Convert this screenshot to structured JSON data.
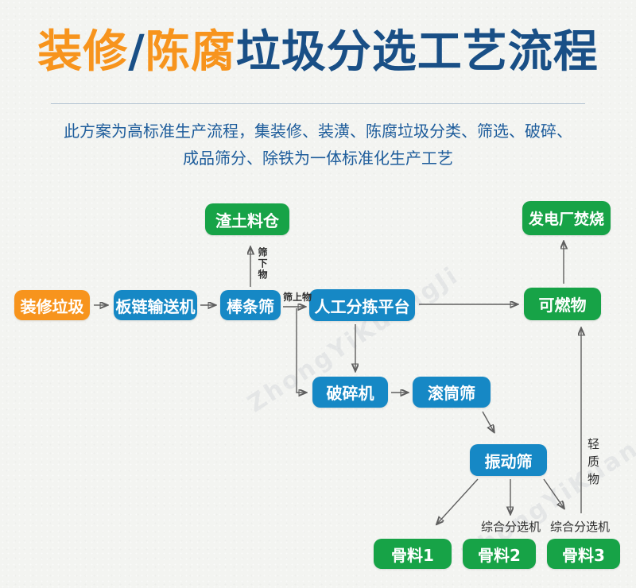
{
  "header": {
    "title_part1": "装修",
    "title_slash": "/",
    "title_part2": "陈腐",
    "title_part3": "垃圾分选工艺流程",
    "subtitle_line1": "此方案为高标准生产流程，集装修、装潢、陈腐垃圾分类、筛选、破碎、",
    "subtitle_line2": "成品筛分、除铁为一体标准化生产工艺"
  },
  "colors": {
    "orange": "#f7941d",
    "node_blue": "#1688c5",
    "node_green": "#17a347",
    "title_blue": "#194f86",
    "subtitle_blue": "#1d5c9b",
    "arrow_gray": "#5f5f5f"
  },
  "flowchart": {
    "nodes": [
      {
        "id": "zhuangxiu-laji",
        "label": "装修垃圾",
        "color": "orange"
      },
      {
        "id": "banlian-shusongji",
        "label": "板链输送机",
        "color": "blue"
      },
      {
        "id": "bangtiaoshai",
        "label": "棒条筛",
        "color": "blue"
      },
      {
        "id": "rengong-fenjian-pingtai",
        "label": "人工分拣平台",
        "color": "blue"
      },
      {
        "id": "keranwu",
        "label": "可燃物",
        "color": "green"
      },
      {
        "id": "zhatu-liaocang",
        "label": "渣土料仓",
        "color": "green"
      },
      {
        "id": "fadianchang-fenshao",
        "label": "发电厂焚烧",
        "color": "green"
      },
      {
        "id": "posuiji",
        "label": "破碎机",
        "color": "blue"
      },
      {
        "id": "guntongshai",
        "label": "滚筒筛",
        "color": "blue"
      },
      {
        "id": "zhendongshai",
        "label": "振动筛",
        "color": "blue"
      },
      {
        "id": "guliao-1",
        "label": "骨料1",
        "color": "green"
      },
      {
        "id": "guliao-2",
        "label": "骨料2",
        "color": "green"
      },
      {
        "id": "guliao-3",
        "label": "骨料3",
        "color": "green"
      }
    ],
    "edge_labels": [
      {
        "id": "shaixiawu",
        "label": "筛下物"
      },
      {
        "id": "shaishangwu",
        "label": "筛上物"
      },
      {
        "id": "qingzhiwu",
        "label": "轻质物"
      },
      {
        "id": "zonghe-fenxuanji-1",
        "label": "综合分选机"
      },
      {
        "id": "zonghe-fenxuanji-2",
        "label": "综合分选机"
      }
    ],
    "edges": [
      {
        "from": "装修垃圾",
        "to": "板链输送机"
      },
      {
        "from": "板链输送机",
        "to": "棒条筛"
      },
      {
        "from": "棒条筛",
        "to": "人工分拣平台",
        "label": "筛上物"
      },
      {
        "from": "棒条筛",
        "to": "渣土料仓",
        "label": "筛下物"
      },
      {
        "from": "棒条筛",
        "to": "破碎机"
      },
      {
        "from": "人工分拣平台",
        "to": "可燃物"
      },
      {
        "from": "人工分拣平台",
        "to": "破碎机"
      },
      {
        "from": "可燃物",
        "to": "发电厂焚烧"
      },
      {
        "from": "破碎机",
        "to": "滚筒筛"
      },
      {
        "from": "滚筒筛",
        "to": "振动筛"
      },
      {
        "from": "振动筛",
        "to": "骨料1"
      },
      {
        "from": "振动筛",
        "to": "骨料2",
        "label": "综合分选机"
      },
      {
        "from": "振动筛",
        "to": "骨料3",
        "label": "综合分选机"
      },
      {
        "from": "综合分选机",
        "to": "可燃物",
        "label": "轻质物"
      }
    ],
    "watermark": "ZhongYiKuangJi"
  }
}
